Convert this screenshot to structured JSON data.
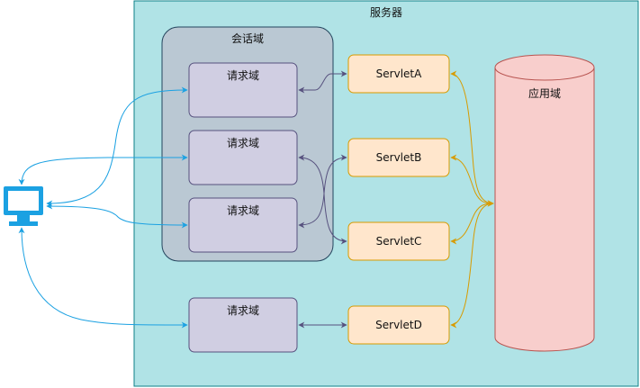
{
  "diagram": {
    "server": {
      "label": "服务器"
    },
    "session": {
      "label": "会话域"
    },
    "application": {
      "label": "应用域"
    },
    "requests": [
      {
        "label": "请求域"
      },
      {
        "label": "请求域"
      },
      {
        "label": "请求域"
      },
      {
        "label": "请求域"
      }
    ],
    "servlets": [
      {
        "label": "ServletA"
      },
      {
        "label": "ServletB"
      },
      {
        "label": "ServletC"
      },
      {
        "label": "ServletD"
      }
    ],
    "client": {
      "icon": "monitor-icon"
    },
    "colors": {
      "server_fill": "#b0e3e6",
      "server_stroke": "#0e8088",
      "session_fill": "#bac8d3",
      "session_stroke": "#23445d",
      "request_fill": "#d0cee2",
      "request_stroke": "#56517e",
      "servlet_fill": "#ffe6cc",
      "servlet_stroke": "#d79b00",
      "application_fill": "#f8cecc",
      "application_stroke": "#b85450",
      "client_connector": "#1ba1e2",
      "monitor": "#1ba1e2",
      "request_servlet_connector": "#56517e",
      "servlet_application_connector": "#d79b00"
    }
  }
}
